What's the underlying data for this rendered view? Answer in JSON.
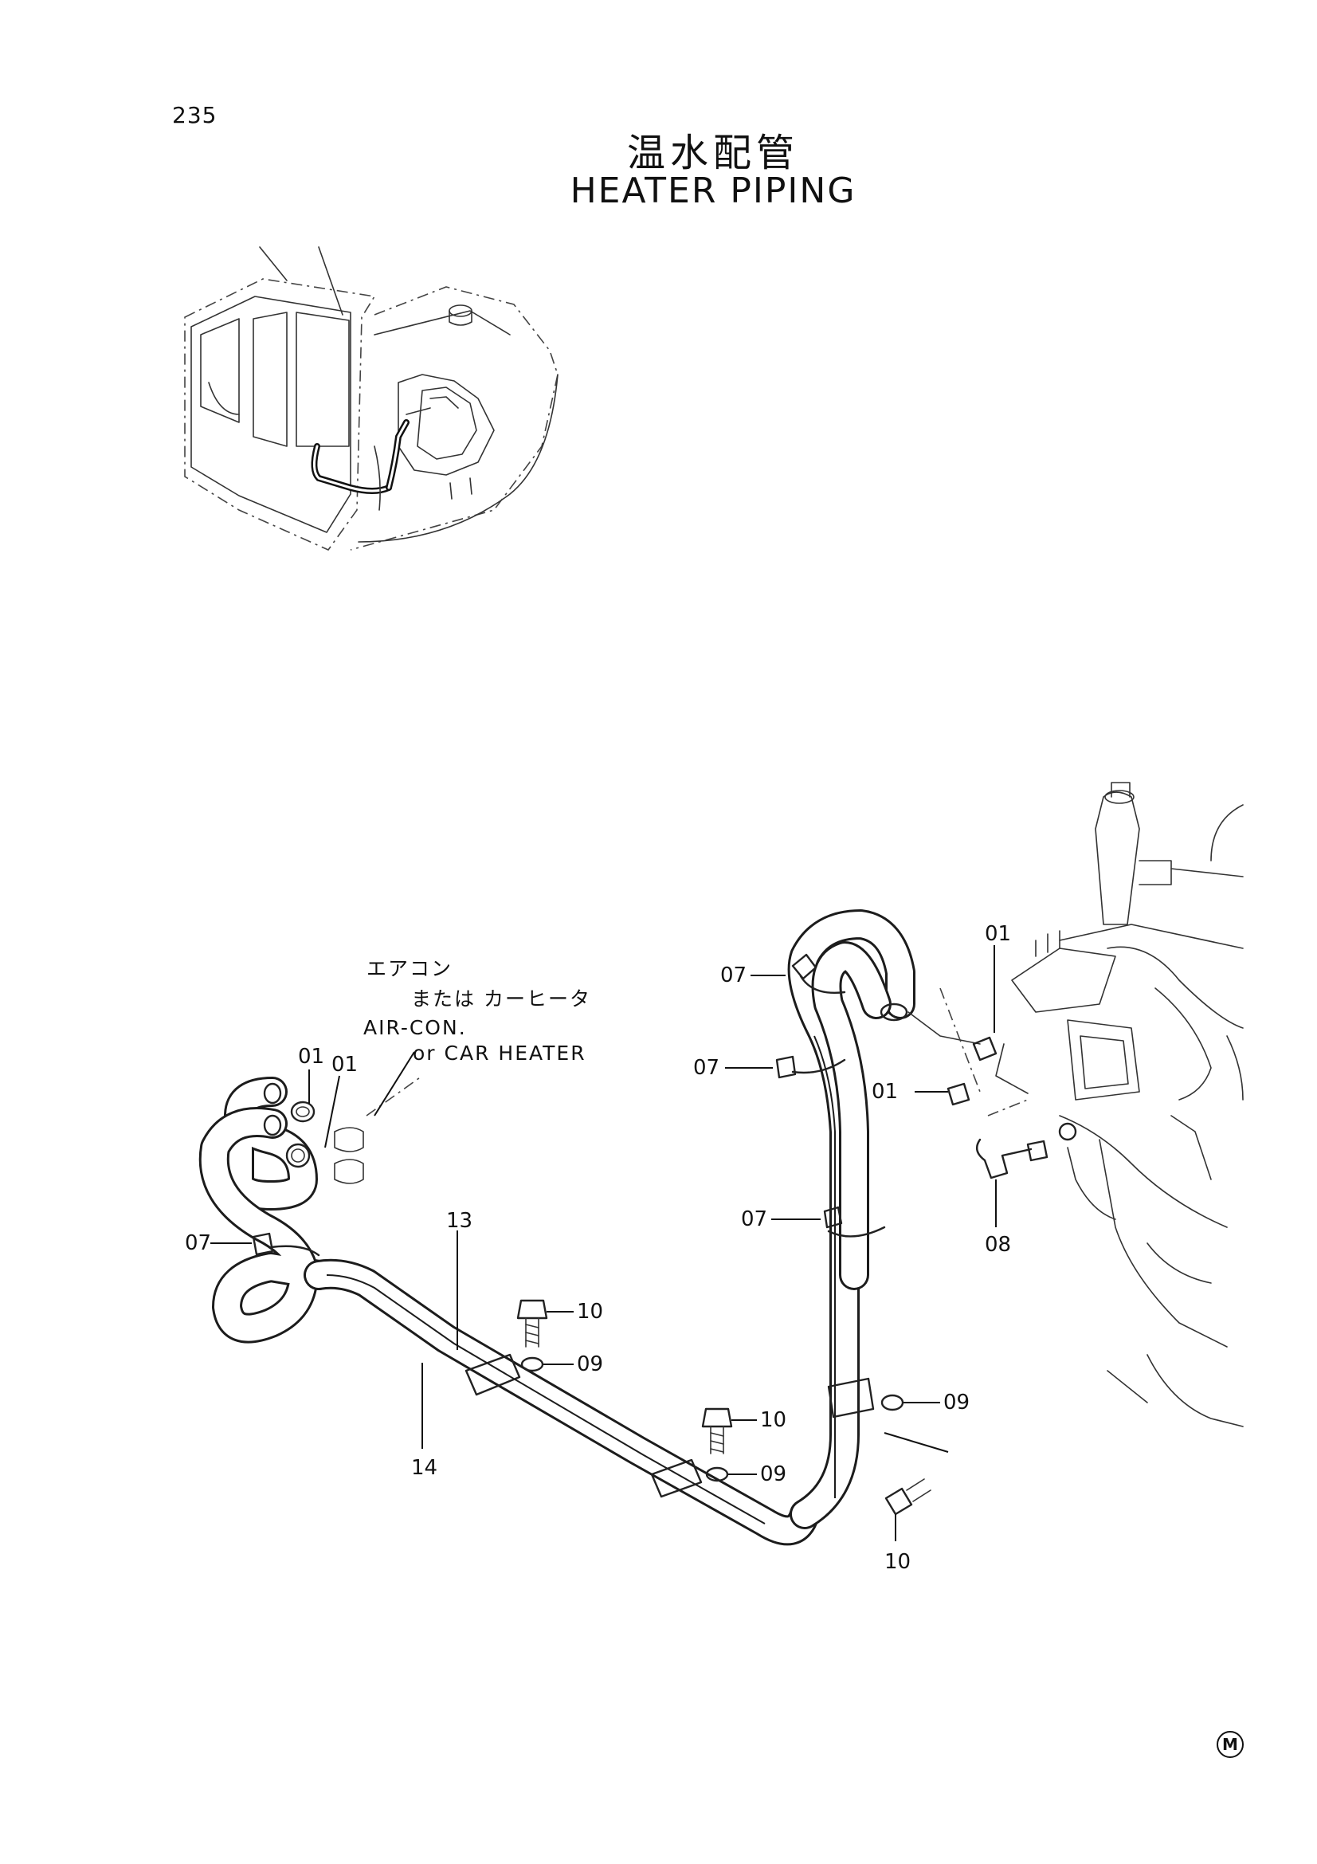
{
  "page": {
    "number": "235",
    "title_jp": "温水配管",
    "title_en": "HEATER PIPING",
    "mark": "M"
  },
  "note": {
    "line1": "エアコン",
    "line2": "または カーヒータ",
    "line3": "AIR-CON.",
    "line4": "or CAR HEATER"
  },
  "callouts": {
    "c01_top_right": "01",
    "c01_mid_right": "01",
    "c01_left_a": "01",
    "c01_left_b": "01",
    "c07_top": "07",
    "c07_upper": "07",
    "c07_middle": "07",
    "c07_left": "07",
    "c08": "08",
    "c09_a": "09",
    "c09_b": "09",
    "c09_c": "09",
    "c10_a": "10",
    "c10_b": "10",
    "c10_c": "10",
    "c13": "13",
    "c14": "14"
  }
}
